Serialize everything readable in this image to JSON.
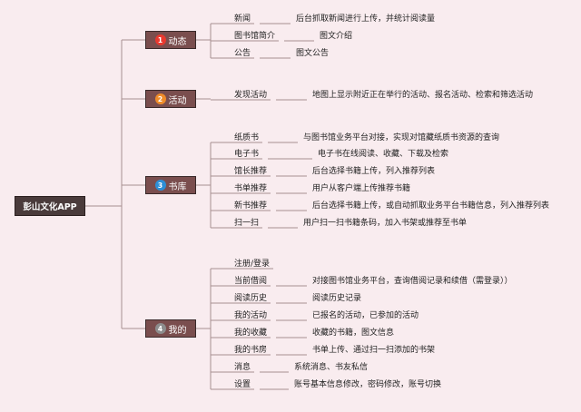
{
  "root": "彭山文化APP",
  "categories": [
    {
      "label": "动态",
      "num": "1",
      "color": "#e8392f",
      "items": [
        {
          "name": "新闻",
          "desc": "后台抓取新闻进行上传，并统计阅读量"
        },
        {
          "name": "图书馆简介",
          "desc": "图文介绍"
        },
        {
          "name": "公告",
          "desc": "图文公告"
        }
      ]
    },
    {
      "label": "活动",
      "num": "2",
      "color": "#ef8c2a",
      "items": [
        {
          "name": "发现活动",
          "desc": "地图上显示附近正在举行的活动、报名活动、检索和筛选活动"
        }
      ]
    },
    {
      "label": "书库",
      "num": "3",
      "color": "#2d8fd6",
      "items": [
        {
          "name": "纸质书",
          "desc": "与图书馆业务平台对接，实现对馆藏纸质书资源的查询"
        },
        {
          "name": "电子书",
          "desc": "电子书在线阅读、收藏、下载及检索"
        },
        {
          "name": "馆长推荐",
          "desc": "后台选择书籍上传，列入推荐列表"
        },
        {
          "name": "书单推荐",
          "desc": "用户从客户端上传推荐书籍"
        },
        {
          "name": "新书推荐",
          "desc": "后台选择书籍上传，或自动抓取业务平台书籍信息，列入推荐列表"
        },
        {
          "name": "扫一扫",
          "desc": "用户扫一扫书籍条码，加入书架或推荐至书单"
        }
      ]
    },
    {
      "label": "我的",
      "num": "4",
      "color": "#8d8d8d",
      "items": [
        {
          "name": "注册/登录",
          "desc": ""
        },
        {
          "name": "当前借阅",
          "desc": "对接图书馆业务平台，查询借阅记录和续借（需登录））"
        },
        {
          "name": "阅读历史",
          "desc": "阅读历史记录"
        },
        {
          "name": "我的活动",
          "desc": "已报名的活动，已参加的活动"
        },
        {
          "name": "我的收藏",
          "desc": "收藏的书籍，图文信息"
        },
        {
          "name": "我的书房",
          "desc": "书单上传、通过扫一扫添加的书架"
        },
        {
          "name": "消息",
          "desc": "系统消息、书友私信"
        },
        {
          "name": "设置",
          "desc": "账号基本信息修改，密码修改，账号切换"
        }
      ]
    }
  ]
}
